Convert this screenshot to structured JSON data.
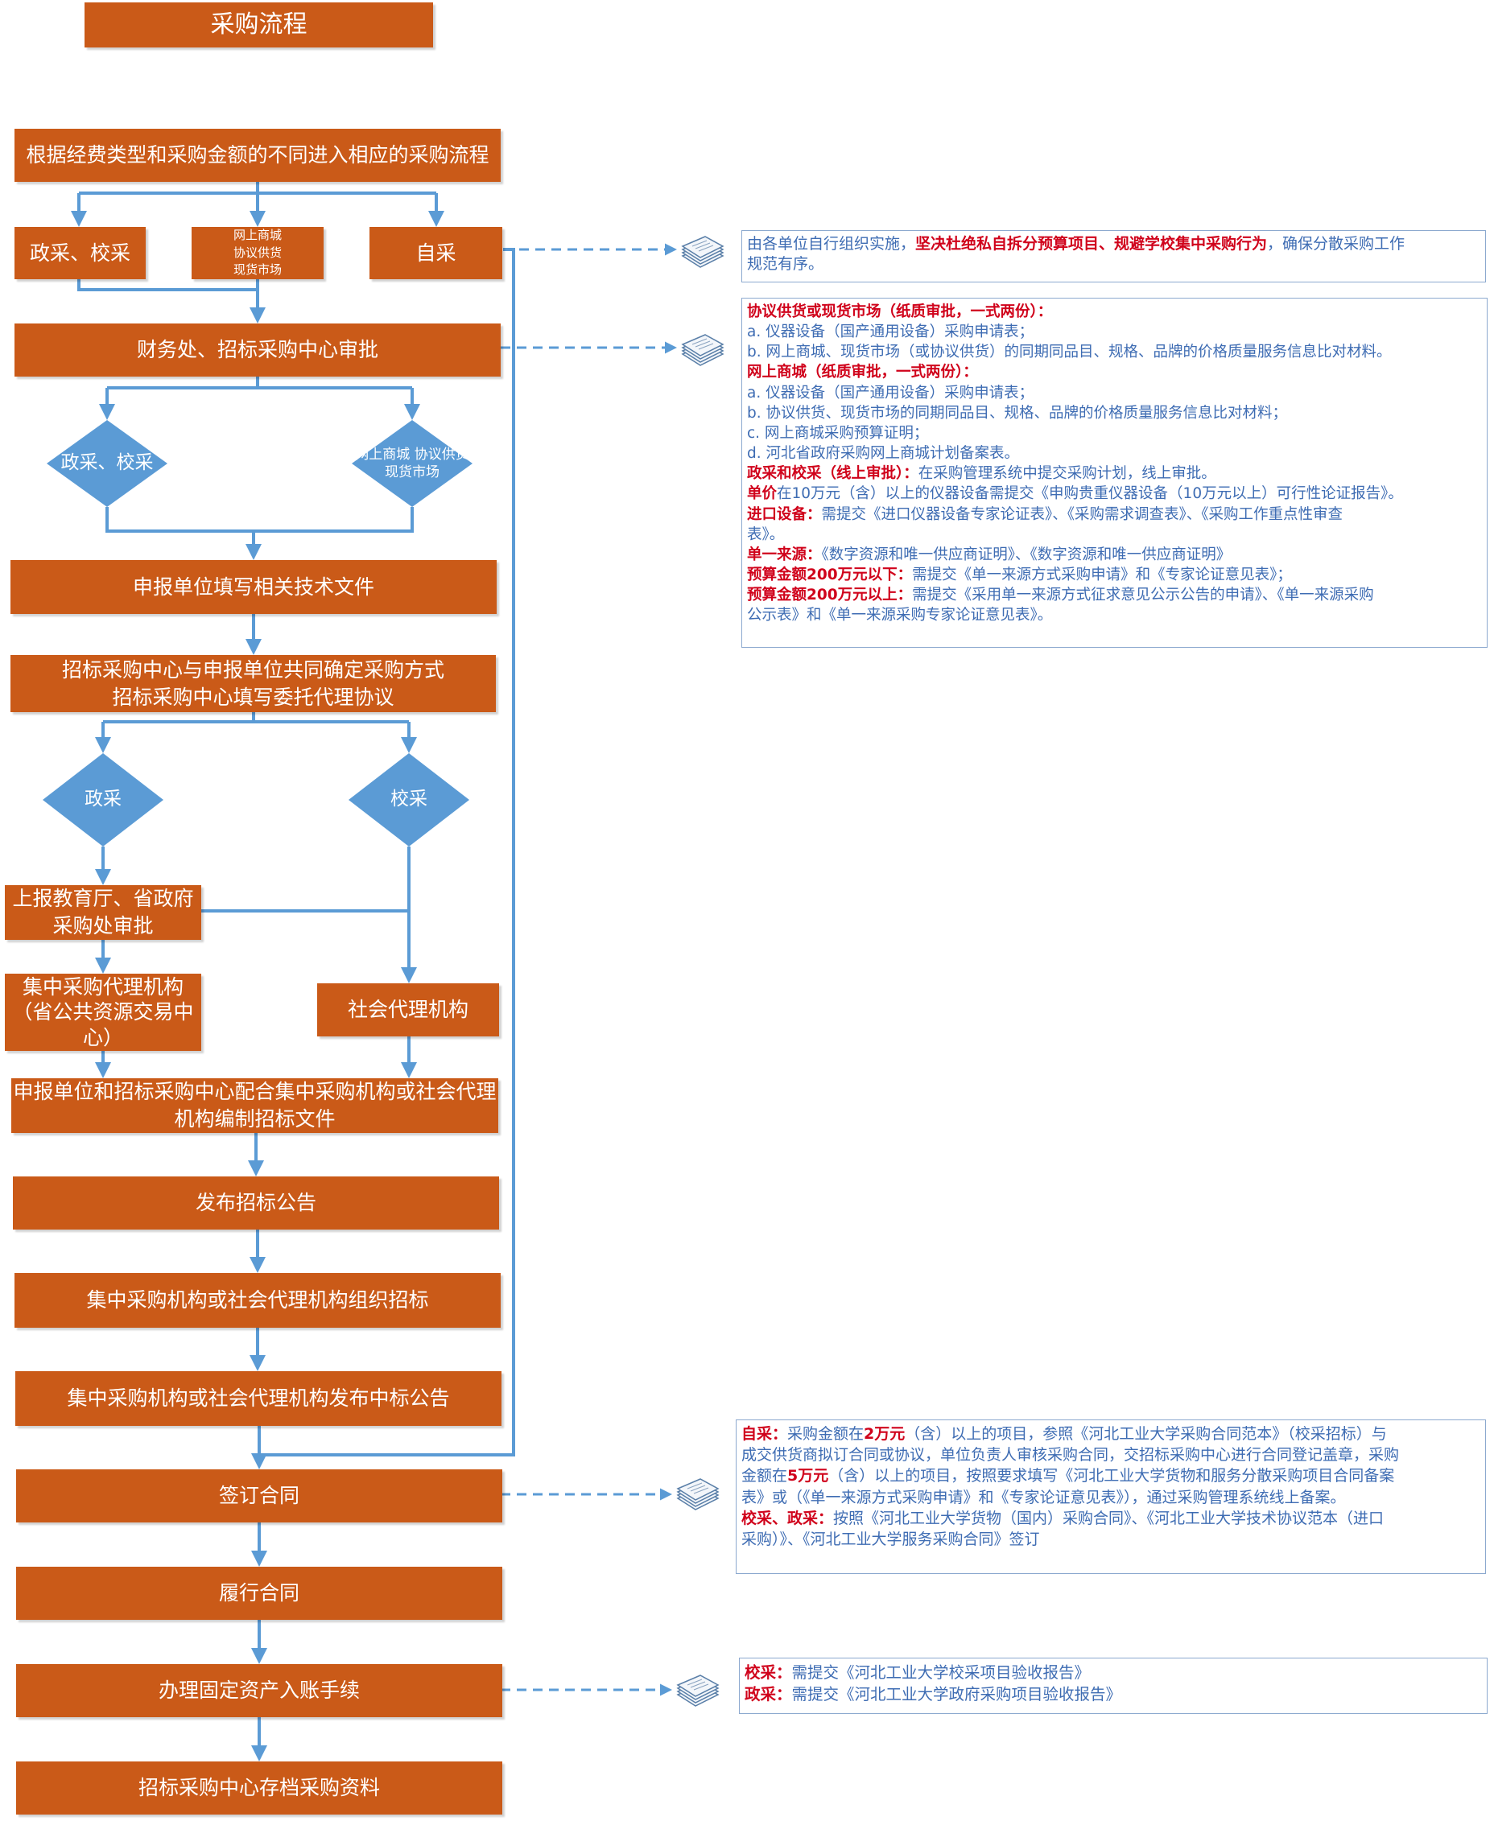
{
  "title": "采购流程",
  "nodes": {
    "start": "根据经费类型和采购金额的不同进入相应的采购流程",
    "zhengcai_xiaocai": "政采、校采",
    "online_market": [
      "网上商城",
      "协议供货",
      "现货市场"
    ],
    "zicai": "自采",
    "finance_approval": "财务处、招标采购中心审批",
    "d1_left": "政采、校采",
    "d1_right": [
      "网上商城",
      "协议供货",
      "现货市场"
    ],
    "tech_docs": "申报单位填写相关技术文件",
    "confirm_method": [
      "招标采购中心与申报单位共同确定采购方式",
      "招标采购中心填写委托代理协议"
    ],
    "d2_left": "政采",
    "d2_right": "校采",
    "report_gov": [
      "上报教育厅、省政府",
      "采购处审批"
    ],
    "central_agency": [
      "集中采购代理机构",
      "（省公共资源交易中",
      "心）"
    ],
    "social_agency": "社会代理机构",
    "prepare_bid": [
      "申报单位和招标采购中心配合集中采购机构或社会代理",
      "机构编制招标文件"
    ],
    "publish_bid": "发布招标公告",
    "organize_bid": "集中采购机构或社会代理机构组织招标",
    "publish_result": "集中采购机构或社会代理机构发布中标公告",
    "sign": "签订合同",
    "perform": "履行合同",
    "asset": "办理固定资产入账手续",
    "archive": "招标采购中心存档采购资料"
  },
  "notes": {
    "zicai_note": {
      "a": "由各单位自行组织实施，",
      "b": "坚决杜绝私自拆分预算项目、规避学校集中采购行为",
      "c": "，确保分散采购工作",
      "d": "规范有序。"
    },
    "approval_note": {
      "h1": "协议供货或现货市场（纸质审批，一式两份）：",
      "l1": "a. 仪器设备（国产通用设备）采购申请表；",
      "l2": "b. 网上商城、现货市场（或协议供货）的同期同品目、规格、品牌的价格质量服务信息比对材料。",
      "h2": "网上商城（纸质审批，一式两份）：",
      "l3": "a. 仪器设备（国产通用设备）采购申请表；",
      "l4": "b. 协议供货、现货市场的同期同品目、规格、品牌的价格质量服务信息比对材料；",
      "l5": "c. 网上商城采购预算证明；",
      "l6": "d. 河北省政府采购网上商城计划备案表。",
      "h3": "政采和校采（线上审批）：",
      "l7": "在采购管理系统中提交采购计划，线上审批。",
      "h4": "单价",
      "l8": "在10万元（含）以上的仪器设备需提交《申购贵重仪器设备（10万元以上）可行性论证报告》。",
      "h5": "进口设备：",
      "l9a": "需提交《进口仪器设备专家论证表》、《采购需求调查表》、《采购工作重点性审查",
      "l9b": "表》。",
      "h6": "单一来源：",
      "l10": "《数字资源和唯一供应商证明》、《数字资源和唯一供应商证明》",
      "h7": "预算金额200万元以下：",
      "l11": "需提交《单一来源方式采购申请》和《专家论证意见表》；",
      "h8": "预算金额200万元以上：",
      "l12a": "需提交《采用单一来源方式征求意见公示公告的申请》、《单一来源采购",
      "l12b": "公示表》和《单一来源采购专家论证意见表》。"
    },
    "contract_note": {
      "h1": "自采：",
      "t1": "采购金额在",
      "r1": "2万元",
      "t2": "（含）以上的项目，参照《河北工业大学采购合同范本》（校采招标）与",
      "t3": "成交供货商拟订合同或协议，单位负责人审核采购合同，交招标采购中心进行合同登记盖章，采购",
      "t4": "金额在",
      "r2": "5万元",
      "t5": "（含）以上的项目，按照要求填写《河北工业大学货物和服务分散采购项目合同备案",
      "t6": "表》或（《单一来源方式采购申请》和《专家论证意见表》），通过采购管理系统线上备案。",
      "h2": "校采、政采：",
      "t7": "按照《河北工业大学货物（国内）采购合同》、《河北工业大学技术协议范本（进口",
      "t8": "采购）》、《河北工业大学服务采购合同》签订"
    },
    "acceptance_note": {
      "h1": "校采：",
      "t1": "需提交《河北工业大学校采项目验收报告》",
      "h2": "政采：",
      "t2": "需提交《河北工业大学政府采购项目验收报告》"
    }
  },
  "colors": {
    "box": "#CA5A18",
    "diamond": "#5B9BD5",
    "connector": "#5B9BD5",
    "note_text": "#3E6CB3",
    "note_highlight": "#D0021B"
  },
  "icons": [
    "document-stack-icon"
  ]
}
